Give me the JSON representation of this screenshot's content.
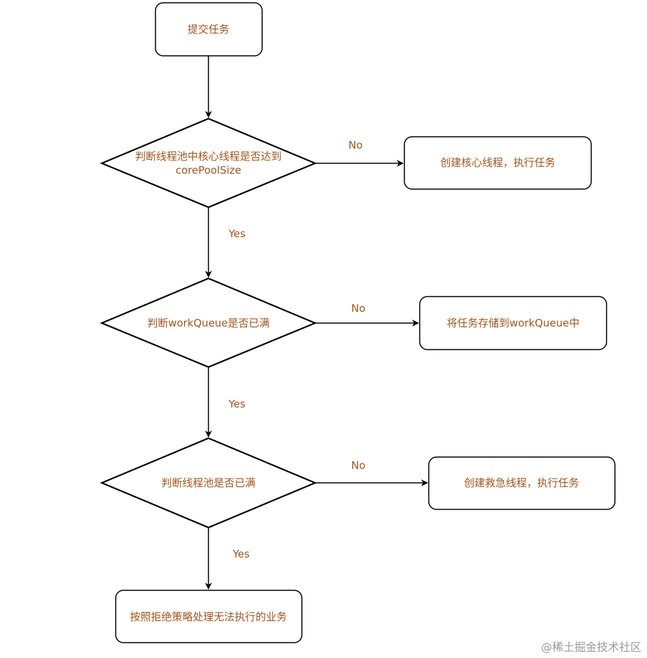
{
  "nodes": {
    "submit": "提交任务",
    "check_core": [
      "判断线程池中核心线程是否达到",
      "corePoolSize"
    ],
    "create_core": "创建核心线程，执行任务",
    "check_queue": "判断workQueue是否已满",
    "store_queue": "将任务存储到workQueue中",
    "check_pool": "判断线程池是否已满",
    "create_emergency": "创建救急线程，执行任务",
    "reject": "按照拒绝策略处理无法执行的业务"
  },
  "edges": {
    "core_no": "No",
    "core_yes": "Yes",
    "queue_no": "No",
    "queue_yes": "Yes",
    "pool_no": "No",
    "pool_yes": "Yes"
  },
  "watermark": "@稀土掘金技术社区"
}
